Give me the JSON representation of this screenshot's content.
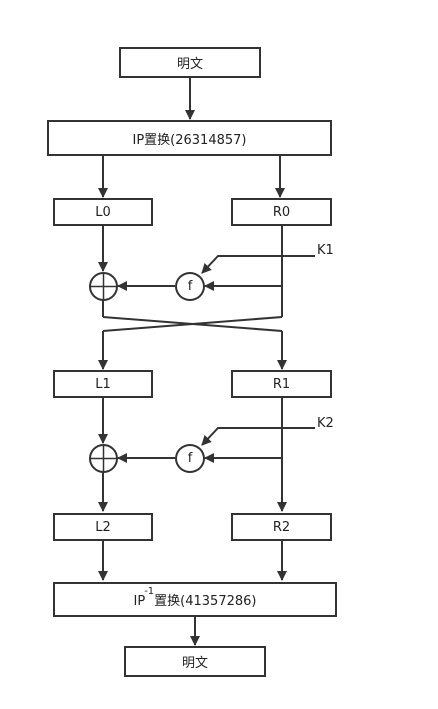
{
  "top_plaintext": "明文",
  "ip_text": "IP置换(26314857)",
  "L0": "L0",
  "R0": "R0",
  "K1": "K1",
  "f_label": "f",
  "L1": "L1",
  "R1": "R1",
  "K2": "K2",
  "L2": "L2",
  "R2": "R2",
  "ip_inv": {
    "prefix": "IP",
    "superscript": "-1",
    "rest": "置换(41357286)"
  },
  "bottom_plaintext": "明文"
}
